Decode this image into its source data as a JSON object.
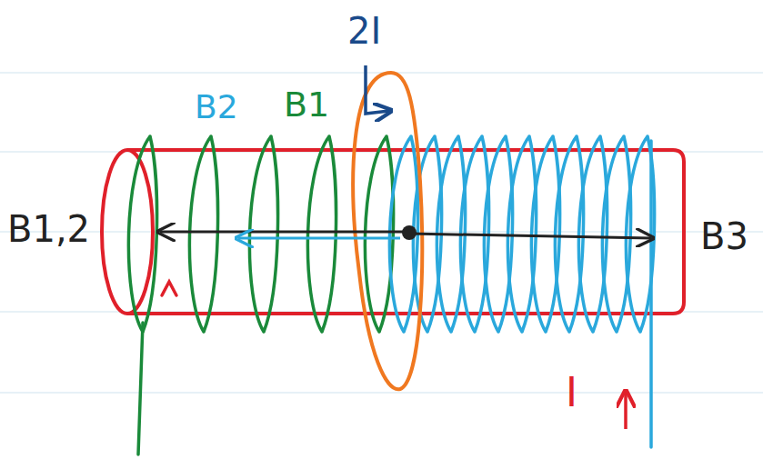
{
  "diagram": {
    "labels": [
      "2I",
      "B2",
      "B1",
      "B1,2",
      "B3",
      "I"
    ]
  }
}
